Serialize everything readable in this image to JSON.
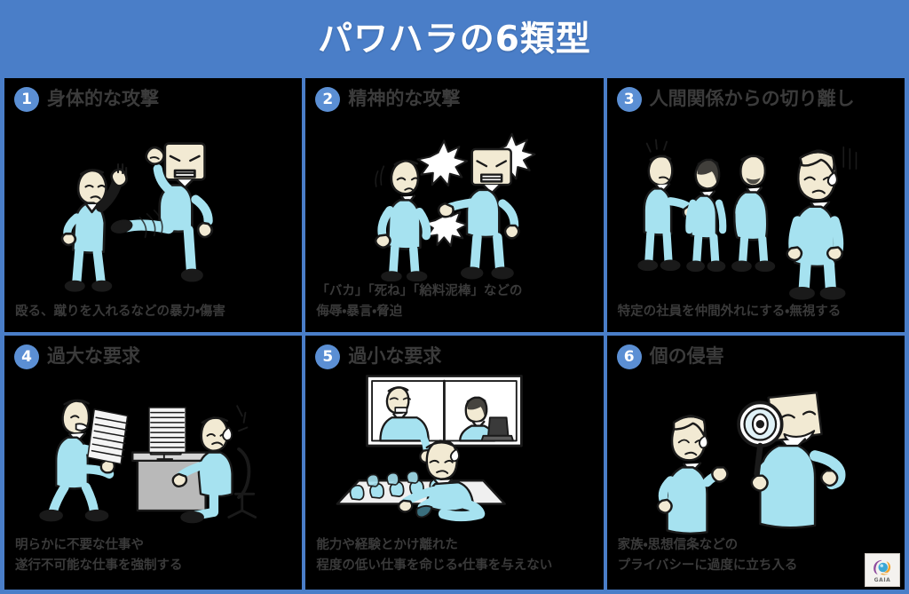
{
  "header": {
    "title": "パワハラの6類型",
    "bg_color": "#4a7ec8",
    "text_color": "#ffffff"
  },
  "theme": {
    "grid_line_color": "#4a7ec8",
    "cell_bg": "#000000",
    "badge_color": "#5b8fd4",
    "title_color": "#3b3b3b",
    "caption_color": "#3a3a3a",
    "illustration_skin": "#f2ead3",
    "illustration_cloth": "#a6e2f0",
    "illustration_outline": "#1a1a1a"
  },
  "cells": [
    {
      "number": "1",
      "title": "身体的な攻撃",
      "caption": "殴る、蹴りを入れるなどの暴力・傷害",
      "illustration": "kicking-and-punching-scene"
    },
    {
      "number": "2",
      "title": "精神的な攻撃",
      "caption": "「バカ」「死ね」「給料泥棒」などの\n侮辱・暴言・脅迫",
      "illustration": "shouting-insults-scene"
    },
    {
      "number": "3",
      "title": "人間関係からの切り離し",
      "caption": "特定の社員を仲間外れにする・無視する",
      "illustration": "isolated-employee-scene"
    },
    {
      "number": "4",
      "title": "過大な要求",
      "caption": "明らかに不要な仕事や\n遂行不可能な仕事を強制する",
      "illustration": "piles-of-paperwork-scene"
    },
    {
      "number": "5",
      "title": "過小な要求",
      "caption": "能力や経験とかけ離れた\n程度の低い仕事を命じる・仕事を与えない",
      "illustration": "menial-gardening-task-scene"
    },
    {
      "number": "6",
      "title": "個の侵害",
      "caption": "家族・思想信条などの\nプライバシーに過度に立ち入る",
      "illustration": "magnifying-glass-privacy-scene"
    }
  ],
  "logo": {
    "wordmark": "GAIA",
    "colors": [
      "#8e4b9e",
      "#f0a22e",
      "#3ba7d6"
    ]
  }
}
